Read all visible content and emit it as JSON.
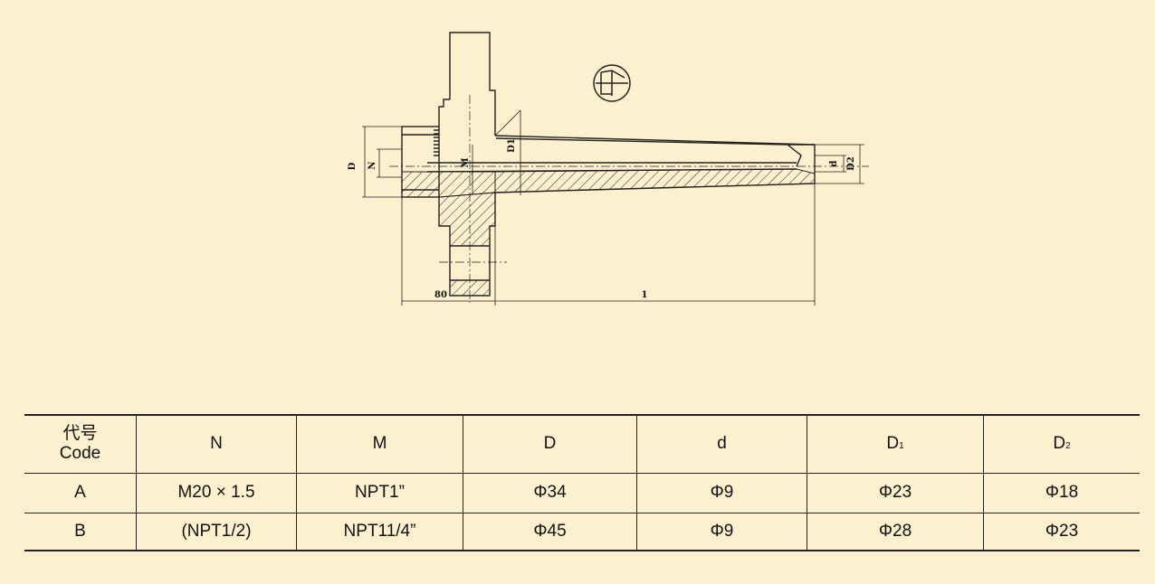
{
  "drawing": {
    "dim_labels": {
      "D": "D",
      "N": "N",
      "M": "M",
      "D1": "D1",
      "d": "d",
      "D2": "D2",
      "flange_length": "80",
      "insert_length": "1"
    },
    "symbol": "first-angle-projection-icon"
  },
  "table": {
    "headers": [
      {
        "cn": "代号",
        "en": "Code"
      },
      {
        "main": "N"
      },
      {
        "main": "M"
      },
      {
        "main": "D"
      },
      {
        "main": "d"
      },
      {
        "main": "D",
        "sub": "1"
      },
      {
        "main": "D",
        "sub": "2"
      }
    ],
    "rows": [
      {
        "code": "A",
        "n": "M20 × 1.5",
        "m": "NPT1”",
        "D": "Φ34",
        "d": "Φ9",
        "D1": "Φ23",
        "D2": "Φ18"
      },
      {
        "code": "B",
        "n": "(NPT1/2)",
        "m": "NPT11/4”",
        "D": "Φ45",
        "d": "Φ9",
        "D1": "Φ28",
        "D2": "Φ23"
      }
    ]
  },
  "colors": {
    "background": "#fdf0cf",
    "line": "#222222"
  }
}
